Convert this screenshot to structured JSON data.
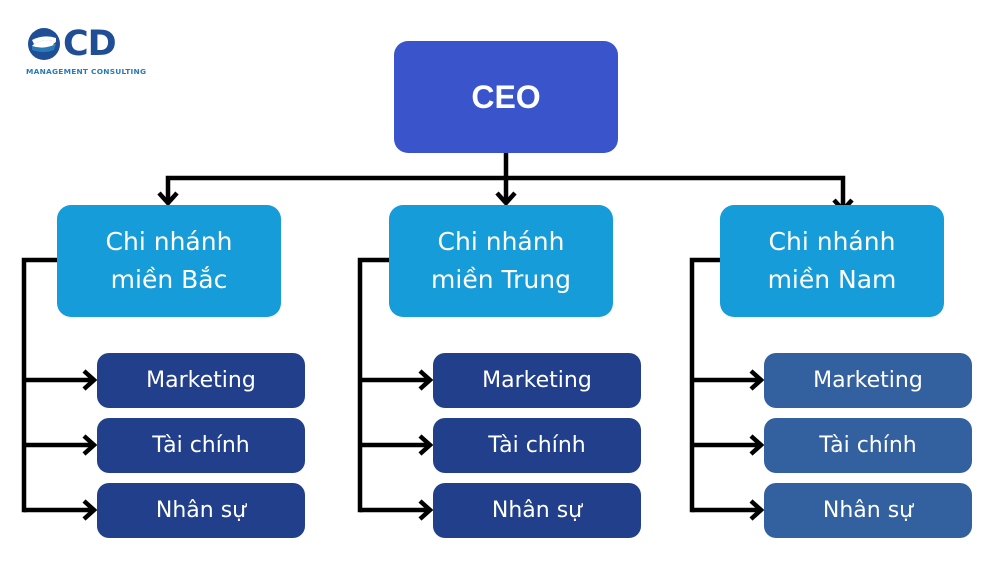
{
  "logo": {
    "mark_letters": "CD",
    "icon": "swoosh-s-icon",
    "subtitle": "MANAGEMENT CONSULTING"
  },
  "colors": {
    "ceo": "#3a55cc",
    "branch": "#169cd8",
    "dept_dark": "#213f8b",
    "dept_light": "#33609f",
    "connector": "#000000",
    "logo_primary": "#1f4e96",
    "logo_accent": "#2a7ab8"
  },
  "org": {
    "ceo": {
      "label": "CEO"
    },
    "branches": [
      {
        "label_line1": "Chi nhánh",
        "label_line2": "miền Bắc",
        "departments": [
          {
            "label": "Marketing"
          },
          {
            "label": "Tài chính"
          },
          {
            "label": "Nhân sự"
          }
        ]
      },
      {
        "label_line1": "Chi nhánh",
        "label_line2": "miền Trung",
        "departments": [
          {
            "label": "Marketing"
          },
          {
            "label": "Tài chính"
          },
          {
            "label": "Nhân sự"
          }
        ]
      },
      {
        "label_line1": "Chi nhánh",
        "label_line2": "miền Nam",
        "departments": [
          {
            "label": "Marketing"
          },
          {
            "label": "Tài chính"
          },
          {
            "label": "Nhân sự"
          }
        ]
      }
    ]
  }
}
